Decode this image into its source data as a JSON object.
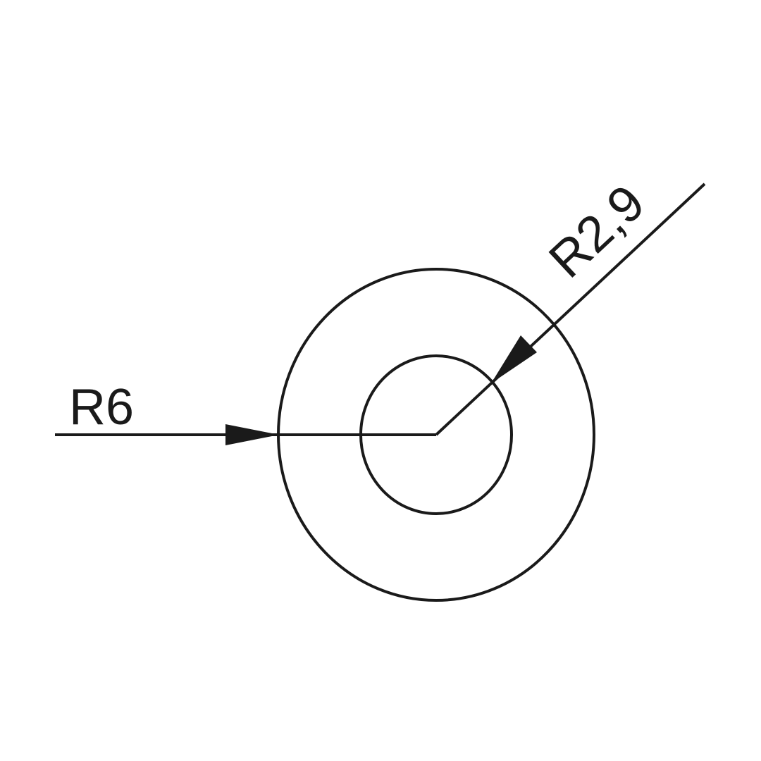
{
  "labels": {
    "outer_radius": "R6",
    "inner_radius": "R2,9"
  },
  "dimensions": {
    "outer_radius_value": 6,
    "inner_radius_value": 2.9
  },
  "colors": {
    "line": "#1a1a1a",
    "background": "#ffffff"
  }
}
